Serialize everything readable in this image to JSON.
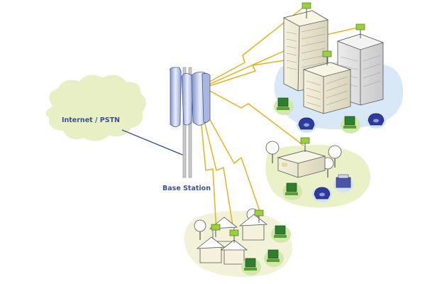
{
  "labels": {
    "cloud": "Internet / PSTN",
    "base_station": "Base Station"
  },
  "colors": {
    "link": "#e6b21e",
    "backhaul": "#3a4fa0",
    "label_text": "#3a4fa0",
    "cloud_fill": "#e8efc4",
    "campus_fill": "#d8e8f6",
    "suburb_fill": "#eaf0c8",
    "residential_fill": "#f2f2d8"
  },
  "nodes": [
    {
      "id": "internet-cloud",
      "kind": "cloud"
    },
    {
      "id": "base-station",
      "kind": "antenna"
    },
    {
      "id": "office-campus",
      "kind": "buildings"
    },
    {
      "id": "suburban-office",
      "kind": "office"
    },
    {
      "id": "residential-area",
      "kind": "houses"
    }
  ],
  "edges": [
    {
      "from": "internet-cloud",
      "to": "base-station",
      "style": "backhaul"
    },
    {
      "from": "base-station",
      "to": "office-campus",
      "style": "wireless",
      "count": 3
    },
    {
      "from": "base-station",
      "to": "suburban-office",
      "style": "wireless"
    },
    {
      "from": "base-station",
      "to": "residential-area",
      "style": "wireless",
      "count": 3
    }
  ],
  "icons": {
    "antenna": "cell-antenna-icon",
    "building": "building-icon",
    "house": "house-icon",
    "pc": "desktop-computer-icon",
    "phone": "telephone-icon",
    "printer": "printer-icon",
    "tree": "tree-icon",
    "receiver": "subscriber-antenna-icon"
  }
}
